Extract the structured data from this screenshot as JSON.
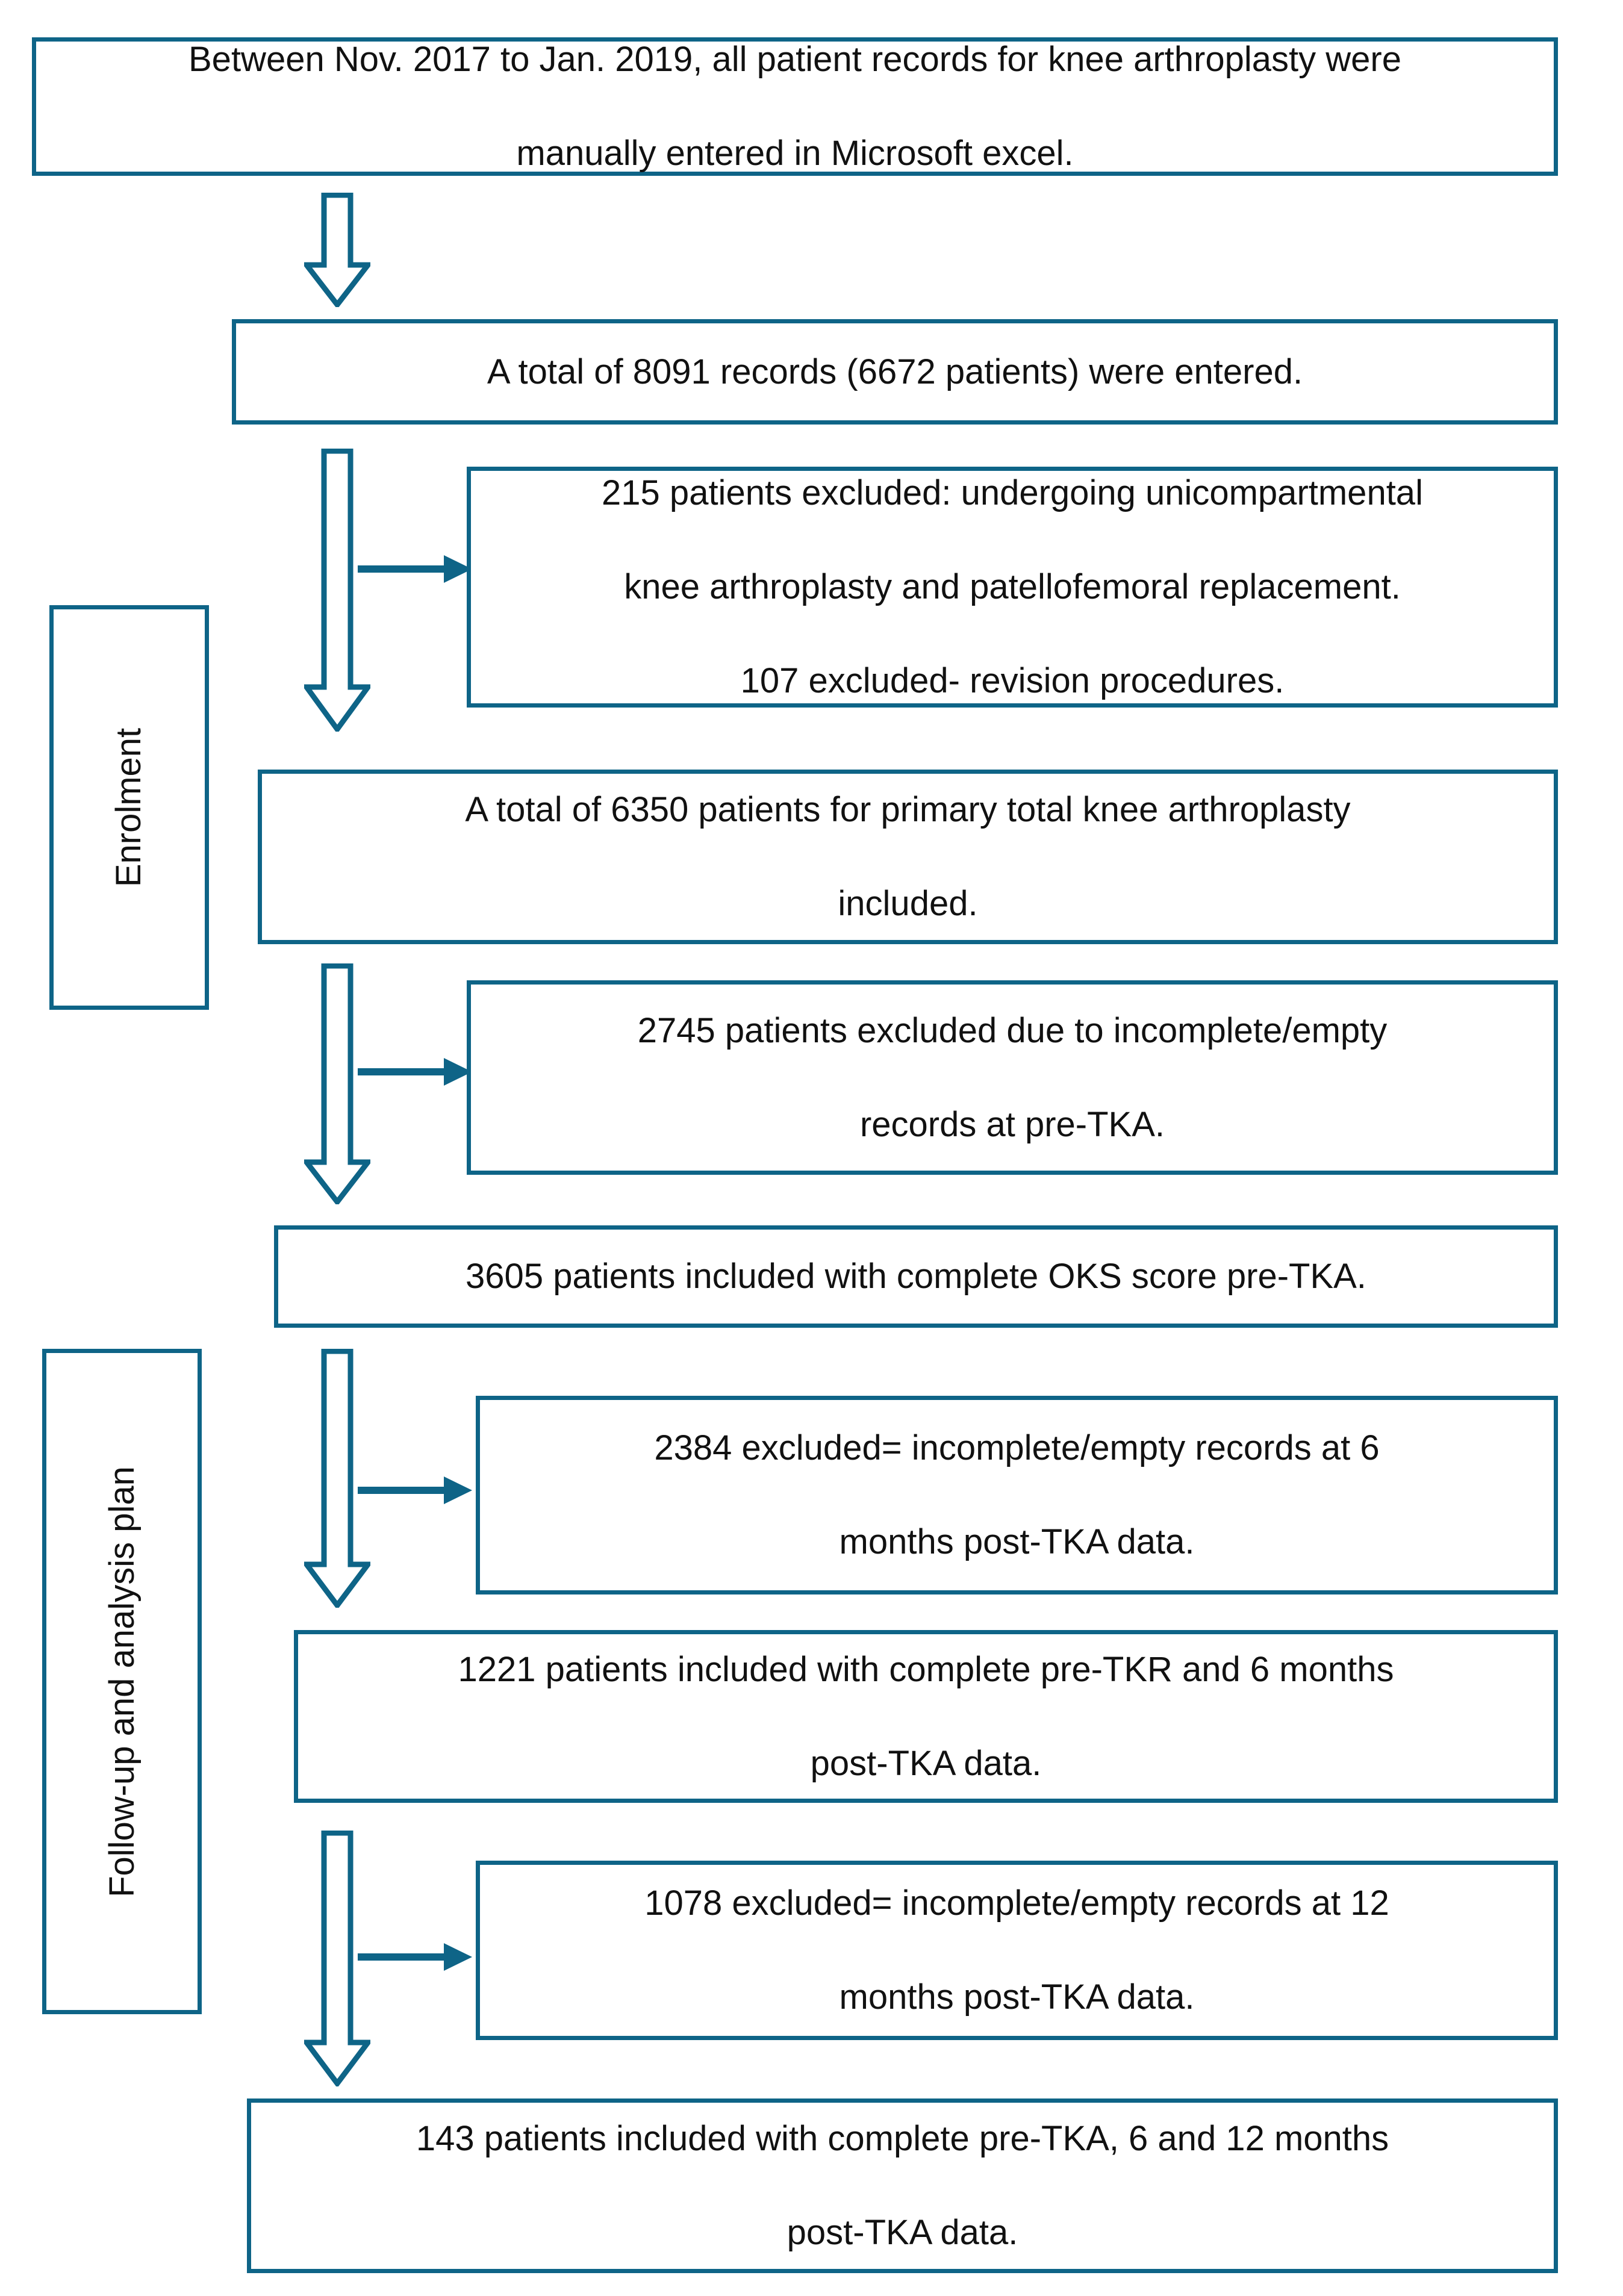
{
  "diagram": {
    "title": "Patient records flow diagram for knee arthroplasty study",
    "accent_color": "#0E6487",
    "text_color": "#111111",
    "background_color": "#FFFFFF"
  },
  "stage_labels": {
    "enrolment": "Enrolment",
    "followup": "Follow-up and analysis plan"
  },
  "boxes": {
    "source_records": {
      "line1": "Between Nov. 2017 to Jan. 2019, all patient records for knee arthroplasty were",
      "line2": "manually entered in Microsoft excel."
    },
    "total_entered": {
      "line1": "A total of 8091 records (6672 patients) were entered."
    },
    "excluded_unicompartmental": {
      "line1": "215 patients excluded: undergoing unicompartmental",
      "line2": "knee arthroplasty and patellofemoral replacement.",
      "line3": "107 excluded- revision procedures."
    },
    "primary_tka_included": {
      "line1": "A total of 6350 patients for primary total knee arthroplasty",
      "line2": "included."
    },
    "excluded_pre_tka": {
      "line1": "2745 patients excluded due to incomplete/empty",
      "line2": "records at pre-TKA."
    },
    "oks_pre_tka": {
      "line1": "3605 patients included with complete OKS score pre-TKA."
    },
    "excluded_6m": {
      "line1": "2384 excluded= incomplete/empty records at 6",
      "line2": "months post-TKA data."
    },
    "included_6m": {
      "line1": "1221 patients included with complete pre-TKR and 6 months",
      "line2": "post-TKA data."
    },
    "excluded_12m": {
      "line1": "1078 excluded= incomplete/empty records at 12",
      "line2": "months post-TKA data."
    },
    "included_12m": {
      "line1": "143 patients included with complete pre-TKA, 6 and 12 months",
      "line2": "post-TKA data."
    }
  },
  "icons": {
    "down_block_arrow": "down-block-arrow",
    "right_arrow": "right-arrow"
  },
  "chart_data": {
    "type": "flowchart",
    "title": "Patient record selection flow (CONSORT-style)",
    "stages": [
      {
        "stage": "Enrolment",
        "nodes": [
          {
            "id": "source_records",
            "label": "Between Nov. 2017 to Jan. 2019, all patient records for knee arthroplasty were manually entered in Microsoft excel.",
            "kind": "included"
          },
          {
            "id": "total_entered",
            "label": "A total of 8091 records (6672 patients) were entered.",
            "records": 8091,
            "patients": 6672,
            "kind": "included"
          },
          {
            "id": "excluded_unicompartmental",
            "label": "215 patients excluded: undergoing unicompartmental knee arthroplasty and patellofemoral replacement. 107 excluded- revision procedures.",
            "excluded": [
              215,
              107
            ],
            "kind": "excluded"
          },
          {
            "id": "primary_tka_included",
            "label": "A total of 6350 patients for primary total knee arthroplasty included.",
            "patients": 6350,
            "kind": "included"
          },
          {
            "id": "excluded_pre_tka",
            "label": "2745 patients excluded due to incomplete/empty records at pre-TKA.",
            "excluded": [
              2745
            ],
            "kind": "excluded"
          },
          {
            "id": "oks_pre_tka",
            "label": "3605 patients included with complete OKS score pre-TKA.",
            "patients": 3605,
            "kind": "included"
          }
        ]
      },
      {
        "stage": "Follow-up and analysis plan",
        "nodes": [
          {
            "id": "excluded_6m",
            "label": "2384 excluded= incomplete/empty records at 6 months post-TKA data.",
            "excluded": [
              2384
            ],
            "kind": "excluded"
          },
          {
            "id": "included_6m",
            "label": "1221 patients included with complete pre-TKR and 6 months post-TKA data.",
            "patients": 1221,
            "kind": "included"
          },
          {
            "id": "excluded_12m",
            "label": "1078 excluded= incomplete/empty records at 12 months post-TKA data.",
            "excluded": [
              1078
            ],
            "kind": "excluded"
          },
          {
            "id": "included_12m",
            "label": "143 patients included with complete pre-TKA, 6 and 12 months post-TKA data.",
            "patients": 143,
            "kind": "included"
          }
        ]
      }
    ],
    "edges": [
      {
        "from": "source_records",
        "to": "total_entered",
        "type": "down-block-arrow"
      },
      {
        "from": "total_entered",
        "to": "excluded_unicompartmental",
        "type": "right-arrow"
      },
      {
        "from": "total_entered",
        "to": "primary_tka_included",
        "type": "down-block-arrow"
      },
      {
        "from": "primary_tka_included",
        "to": "excluded_pre_tka",
        "type": "right-arrow"
      },
      {
        "from": "primary_tka_included",
        "to": "oks_pre_tka",
        "type": "down-block-arrow"
      },
      {
        "from": "oks_pre_tka",
        "to": "excluded_6m",
        "type": "right-arrow"
      },
      {
        "from": "oks_pre_tka",
        "to": "included_6m",
        "type": "down-block-arrow"
      },
      {
        "from": "included_6m",
        "to": "excluded_12m",
        "type": "right-arrow"
      },
      {
        "from": "included_6m",
        "to": "included_12m",
        "type": "down-block-arrow"
      }
    ]
  }
}
